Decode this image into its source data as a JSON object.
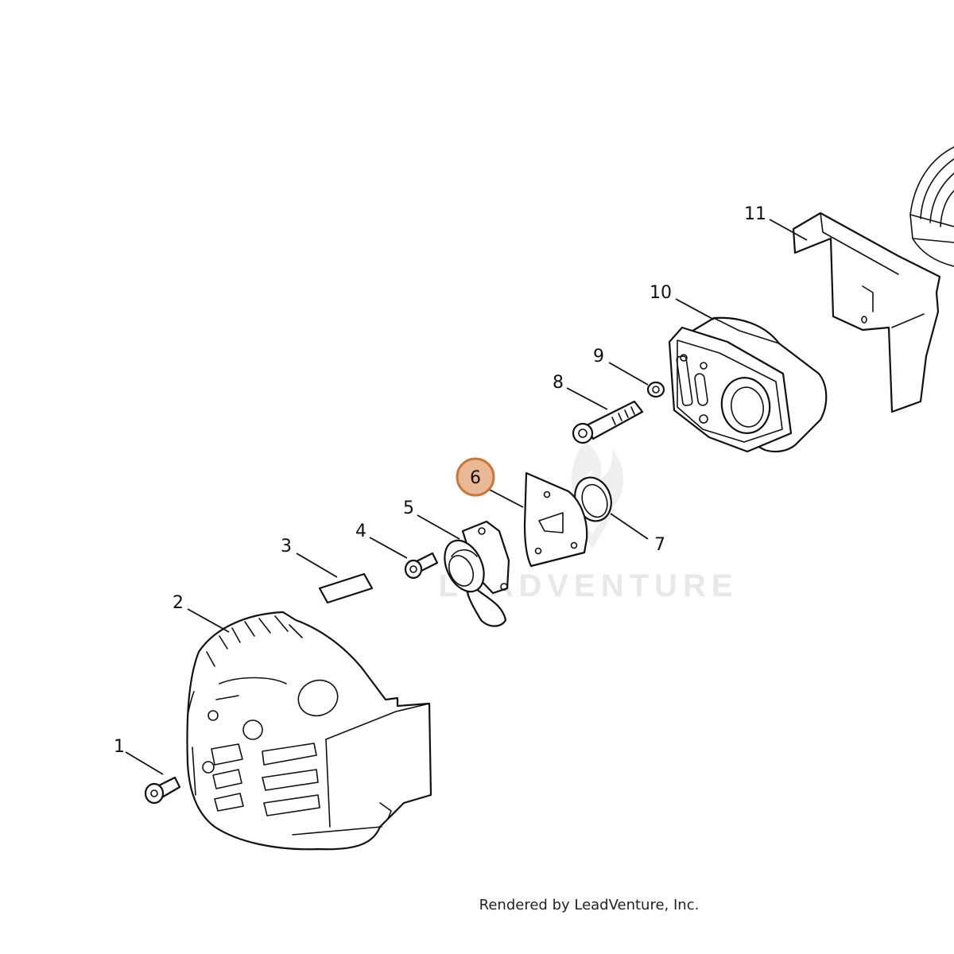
{
  "diagram": {
    "callouts": [
      {
        "id": "1",
        "label": "1"
      },
      {
        "id": "2",
        "label": "2"
      },
      {
        "id": "3",
        "label": "3"
      },
      {
        "id": "4",
        "label": "4"
      },
      {
        "id": "5",
        "label": "5"
      },
      {
        "id": "6",
        "label": "6",
        "highlighted": true
      },
      {
        "id": "7",
        "label": "7"
      },
      {
        "id": "8",
        "label": "8"
      },
      {
        "id": "9",
        "label": "9"
      },
      {
        "id": "10",
        "label": "10"
      },
      {
        "id": "11",
        "label": "11"
      }
    ],
    "highlight_color": "#e9b894",
    "highlight_border": "#c9773a",
    "watermark": "LEADVENTURE",
    "credit": "Rendered by LeadVenture, Inc."
  }
}
